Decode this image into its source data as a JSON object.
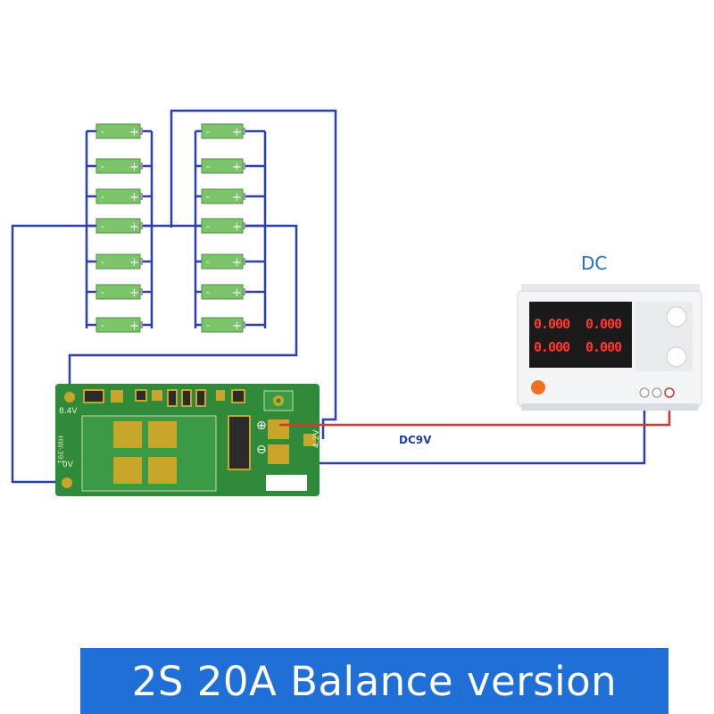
{
  "title": "2S 20A Balance version",
  "labels": {
    "dc": "DC",
    "dc9v": "DC9V"
  },
  "pcb": {
    "label_84v": "8.4V",
    "label_0v": "0V",
    "label_hw": "HW-391",
    "label_42v": "4.2V"
  },
  "power_supply": {
    "display_readouts": [
      "0.000",
      "0.000",
      "0.000",
      "0.000"
    ]
  },
  "batteries": {
    "left_group_count": 7,
    "right_group_count": 7,
    "cell_terminal_neg": "-",
    "cell_terminal_pos": "+"
  },
  "colors": {
    "wire_blue": "#2b3fb0",
    "wire_red": "#e03030",
    "pcb_green": "#2f8a3a",
    "cell_green": "#7cc46a",
    "banner_blue": "#1f6fd6"
  }
}
